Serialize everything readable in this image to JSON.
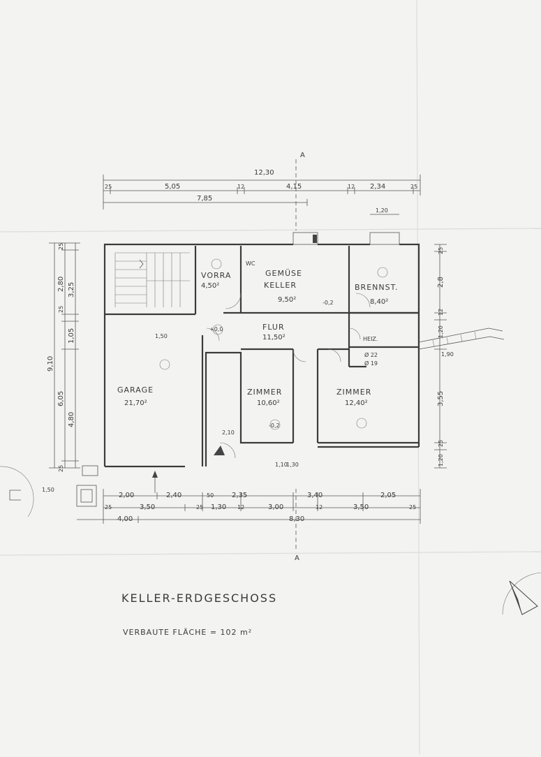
{
  "plan": {
    "title": "KELLER-ERDGESCHOSS",
    "built_area": "VERBAUTE FLÄCHE = 102 m²",
    "section_marker": "A",
    "rooms": [
      {
        "id": "vorraum",
        "name": "VORRA",
        "area": "4,50²"
      },
      {
        "id": "wc",
        "name": "WC"
      },
      {
        "id": "gemuese-keller",
        "name_lines": [
          "GEMÜSE",
          "KELLER"
        ],
        "area": "9,50²"
      },
      {
        "id": "brennst",
        "name": "BRENNST.",
        "area": "8,40²"
      },
      {
        "id": "flur",
        "name": "FLUR",
        "area": "11,50²"
      },
      {
        "id": "heiz",
        "name": "HEIZ."
      },
      {
        "id": "garage",
        "name": "GARAGE",
        "area": "21,70²"
      },
      {
        "id": "zimmer-1",
        "name": "ZIMMER",
        "area": "10,60²"
      },
      {
        "id": "zimmer-2",
        "name": "ZIMMER",
        "area": "12,40²"
      }
    ],
    "top_dimensions": {
      "overall": "12,30",
      "row1": [
        "25",
        "5,05",
        "12",
        "4,15",
        "12",
        "2,34",
        "25"
      ],
      "row2": [
        "7,85"
      ],
      "row3": [
        "1,20"
      ]
    },
    "bottom_dimensions": {
      "row1": [
        "2,00",
        "2,40",
        "50",
        "2,35",
        "3,40",
        "2,05"
      ],
      "row2": [
        "25",
        "3,50",
        "25",
        "1,30",
        "12",
        "3,00",
        "12",
        "3,50",
        "25"
      ],
      "row3": [
        "4,00",
        "8,30"
      ]
    },
    "left_dimensions": {
      "overall": "9,10",
      "inner": [
        "25",
        "2,80",
        "3,25",
        "25",
        "1,05",
        "6,05",
        "4,80",
        "25"
      ]
    },
    "right_dimensions": [
      "25",
      "2,8",
      "12",
      "1,20",
      "3,55",
      "25",
      "1,20"
    ],
    "annotations": [
      "1,50",
      "1,50",
      "-0,2",
      "-0,2",
      "+0,0",
      "1,10",
      "1,30",
      "2,10",
      "1,90",
      "Ø 22",
      "Ø 19"
    ]
  }
}
